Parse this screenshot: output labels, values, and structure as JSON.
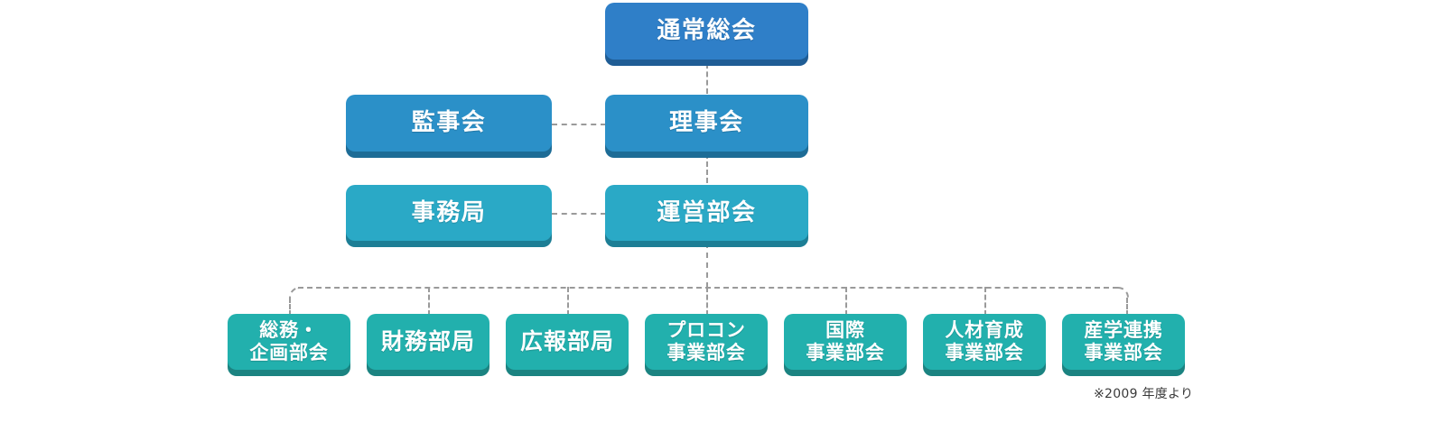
{
  "diagram": {
    "type": "organization-chart",
    "title_text": "",
    "palette": {
      "level1_fill": "#2f7fc8",
      "level1_shadow": "#1f5d95",
      "level2_fill": "#2b90c8",
      "level2_shadow": "#1d6c96",
      "level3_fill": "#2aa9c6",
      "level3_shadow": "#1d7e95",
      "level4_fill": "#22b0ad",
      "level4_shadow": "#1b8381",
      "connector": "#9a9a9a",
      "background": "#ffffff",
      "note_text": "#3a3a3a"
    },
    "levels": {
      "level1": [
        {
          "label": "通常総会"
        }
      ],
      "level2": [
        {
          "label": "監事会"
        },
        {
          "label": "理事会"
        }
      ],
      "level3": [
        {
          "label": "事務局"
        },
        {
          "label": "運営部会"
        }
      ],
      "level4": [
        {
          "line1": "総務・",
          "line2": "企画部会"
        },
        {
          "line1": "財務部局",
          "line2": ""
        },
        {
          "line1": "広報部局",
          "line2": ""
        },
        {
          "line1": "プロコン",
          "line2": "事業部会"
        },
        {
          "line1": "国際",
          "line2": "事業部会"
        },
        {
          "line1": "人材育成",
          "line2": "事業部会"
        },
        {
          "line1": "産学連携",
          "line2": "事業部会"
        }
      ]
    },
    "footnote": "※2009 年度より"
  }
}
